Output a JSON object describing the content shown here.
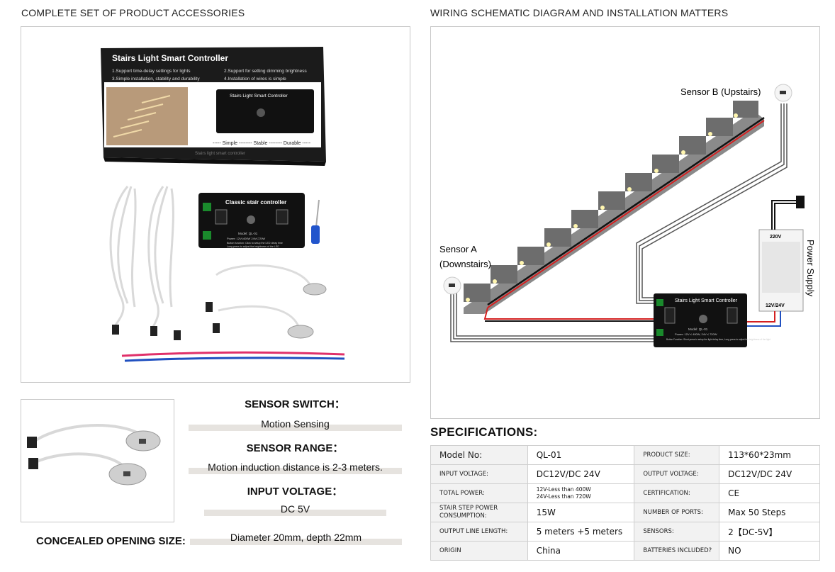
{
  "left_title": "COMPLETE SET OF PRODUCT ACCESSORIES",
  "right_title": "WIRING SCHEMATIC DIAGRAM AND INSTALLATION MATTERS",
  "box": {
    "title": "Stairs Light Smart Controller",
    "features": [
      "1.Support time-delay settings for lights",
      "2.Support for setting dimming brightness",
      "3.Simple installation, stability and durability",
      "4.Installation of wires is simple"
    ],
    "inner_title": "Stairs Light Smart Controller",
    "tagline": "----- Simple -------- Stable -------- Durable -----",
    "side_text": "Stairs light smart controller"
  },
  "controller_small": {
    "title": "Classic stair controller",
    "model": "Model: QL-01",
    "power": "Power: 12V≤400W  24V≤720W",
    "line1": "Button function: Click to setup the LED delay time",
    "line2": "Long press to adjust the brightness of the LED"
  },
  "diagram": {
    "sensor_b": "Sensor B (Upstairs)",
    "sensor_a_1": "Sensor A",
    "sensor_a_2": "(Downstairs)",
    "power_supply": "Power Supply",
    "v220": "220V",
    "v1224": "12V/24V",
    "ctrl_title": "Stairs Light Smart Controller",
    "ctrl_model": "Model: QL-01",
    "ctrl_power": "Power:  12V ≤ 400W,  24V ≤ 720W",
    "ctrl_btn": "Button Function:  Short press to setup the light delay time, Long press to adjust the brightness of the light"
  },
  "sensor_info": {
    "switch_title": "SENSOR SWITCH：",
    "switch_value": "Motion  Sensing",
    "range_title": "SENSOR RANGE：",
    "range_value": "Motion induction distance is 2-3 meters.",
    "input_title": "INPUT VOLTAGE：",
    "input_value": "DC 5V",
    "opening_title": "CONCEALED OPENING SIZE:",
    "opening_value": "Diameter 20mm, depth 22mm"
  },
  "specs_title": "SPECIFICATIONS:",
  "specs": [
    {
      "k1": "Model No:",
      "v1": "QL-01",
      "k2": "PRODUCT SIZE:",
      "v2": "113*60*23mm"
    },
    {
      "k1": "INPUT VOLTAGE:",
      "v1": "DC12V/DC 24V",
      "k2": "OUTPUT VOLTAGE:",
      "v2": "DC12V/DC 24V"
    },
    {
      "k1": "TOTAL POWER:",
      "v1a": "12V-Less than 400W",
      "v1b": "24V-Less than 720W",
      "k2": "CERTIFICATION:",
      "v2": "CE"
    },
    {
      "k1a": "STAIR STEP POWER",
      "k1b": "CONSUMPTION:",
      "v1": "15W",
      "k2": "NUMBER OF PORTS:",
      "v2": "Max 50 Steps"
    },
    {
      "k1": "OUTPUT LINE LENGTH:",
      "v1": "5 meters +5 meters",
      "k2": "SENSORS:",
      "v2": "2【DC-5V】"
    },
    {
      "k1": "ORIGIN",
      "v1": "China",
      "k2": "BATTERIES INCLUDED?",
      "v2": "NO"
    }
  ]
}
